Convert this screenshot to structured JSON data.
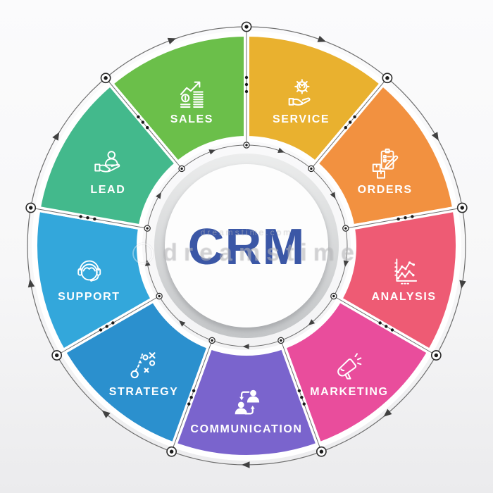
{
  "image": {
    "type": "circular-process-infographic",
    "topic": "CRM"
  },
  "center": {
    "label": "CRM",
    "label_color": "#3b57a6"
  },
  "watermark": {
    "brand": "dreamstime",
    "small_row": "dreamstime.com"
  },
  "palette": {
    "ring_line": "#6e6e6e",
    "node_fill": "#ffffff",
    "node_stroke": "#2a2a2a",
    "dot": "#1b1b1b",
    "arrow": "#414141",
    "center_ring_top": "#eceded",
    "center_ring_bottom": "#c3c5c7",
    "center_disc": "#fdfdfd",
    "segment_gap": "#ffffff",
    "label_text": "#ffffff"
  },
  "segments": [
    {
      "label": "SALES",
      "icon": "sales-growth-chart-icon",
      "color": "#6bbf4a"
    },
    {
      "label": "SERVICE",
      "icon": "service-gear-hand-icon",
      "color": "#e9b12f"
    },
    {
      "label": "ORDERS",
      "icon": "orders-clipboard-boxes-icon",
      "color": "#f29140"
    },
    {
      "label": "ANALYSIS",
      "icon": "analysis-line-chart-icon",
      "color": "#ee5b74"
    },
    {
      "label": "MARKETING",
      "icon": "marketing-megaphone-icon",
      "color": "#e94d9c"
    },
    {
      "label": "COMMUNICATION",
      "icon": "communication-user-exchange-icon",
      "color": "#7a64cd"
    },
    {
      "label": "STRATEGY",
      "icon": "strategy-tactics-plan-icon",
      "color": "#2b90ce"
    },
    {
      "label": "SUPPORT",
      "icon": "support-headset-agent-icon",
      "color": "#33a7db"
    },
    {
      "label": "LEAD",
      "icon": "lead-hand-person-icon",
      "color": "#43b98c"
    }
  ]
}
